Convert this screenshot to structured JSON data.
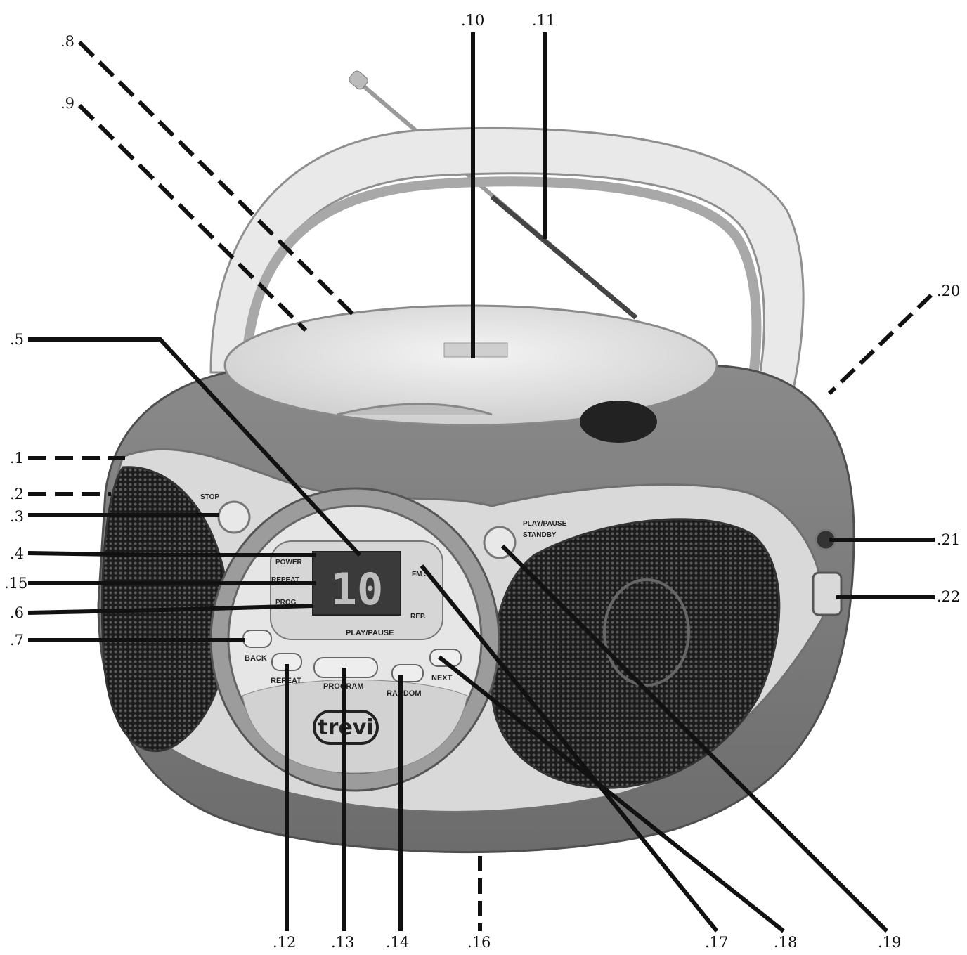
{
  "callouts": {
    "c1": ".1",
    "c2": ".2",
    "c3": ".3",
    "c4": ".4",
    "c5": ".5",
    "c6": ".6",
    "c7": ".7",
    "c8": ".8",
    "c9": ".9",
    "c10": ".10",
    "c11": ".11",
    "c12": ".12",
    "c13": ".13",
    "c14": ".14",
    "c15": ".15",
    "c16": ".16",
    "c17": ".17",
    "c18": ".18",
    "c19": ".19",
    "c20": ".20",
    "c21": ".21",
    "c22": ".22"
  },
  "device_labels": {
    "stop": "STOP",
    "power": "POWER",
    "repeat_ind": "REPEAT",
    "prog": "PROG",
    "fm": "FM S",
    "rep": "REP.",
    "play_pause_display": "PLAY/PAUSE",
    "play_pause_standby_1": "PLAY/PAUSE",
    "play_pause_standby_2": "STANDBY",
    "back": "BACK",
    "repeat_btn": "REPEAT",
    "program": "PROGRAM",
    "random": "RANDOM",
    "next": "NEXT",
    "display_value": "10",
    "brand": "trevi"
  },
  "colors": {
    "body_dark": "#7d7d7d",
    "body_mid": "#a9a9a9",
    "silver": "#d6d6d6",
    "light": "#eeeeee",
    "grille": "#2b2b2b",
    "leader": "#111111"
  }
}
